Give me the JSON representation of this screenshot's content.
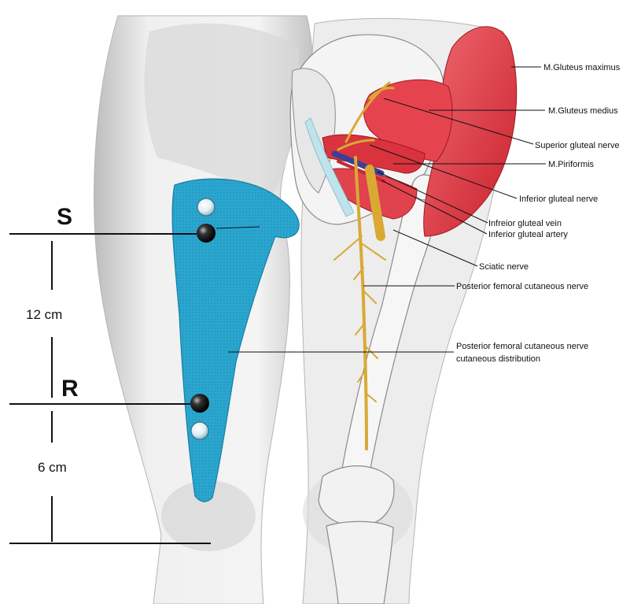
{
  "colors": {
    "background": "#ffffff",
    "skin_shadow": "#cfcfcf",
    "cutaneous_region": "#2aa6cf",
    "muscle": "#e23b45",
    "nerve": "#d9a934",
    "vein": "#3b3f9a",
    "bone": "#f2f2f2",
    "line": "#111111"
  },
  "stimulation": {
    "s_label": "S",
    "r_label": "R",
    "distance_upper": "12 cm",
    "distance_lower": "6 cm"
  },
  "labels": {
    "gluteus_maximus": "M.Gluteus maximus",
    "gluteus_medius": "M.Gluteus medius",
    "superior_gluteal_nerve": "Superior gluteal nerve",
    "piriformis": "M.Piriformis",
    "inferior_gluteal_nerve": "Inferior gluteal nerve",
    "inferior_gluteal_vein": "Infreior gluteal vein",
    "inferior_gluteal_artery": "Inferior gluteal artery",
    "sciatic_nerve": "Sciatic nerve",
    "posterior_femoral_cutaneous_nerve": "Posterior femoral cutaneous nerve",
    "distribution_line1": "Posterior femoral cutaneous nerve",
    "distribution_line2": "cutaneous distribution"
  },
  "icons": {
    "electrode_black": "black-electrode-icon",
    "electrode_white": "white-electrode-icon"
  }
}
